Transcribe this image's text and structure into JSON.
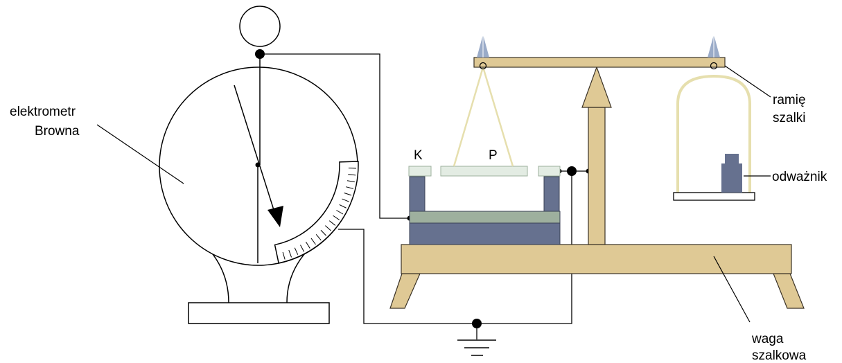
{
  "labels": {
    "electrometer_line1": "elektrometr",
    "electrometer_line2": "Browna",
    "plate_k": "K",
    "plate_p": "P",
    "beam_line1": "ramię",
    "beam_line2": "szalki",
    "weight": "odważnik",
    "balance_line1": "waga",
    "balance_line2": "szalkowa"
  },
  "colors": {
    "wood": "#dfc995",
    "wood_stroke": "#3a3226",
    "block": "#66718f",
    "plate_green": "#9eb09e",
    "glass": "#e3ece3",
    "pointer_blue": "#9aabc8",
    "hanger": "#e6dfae"
  },
  "scale_ticks": 20
}
